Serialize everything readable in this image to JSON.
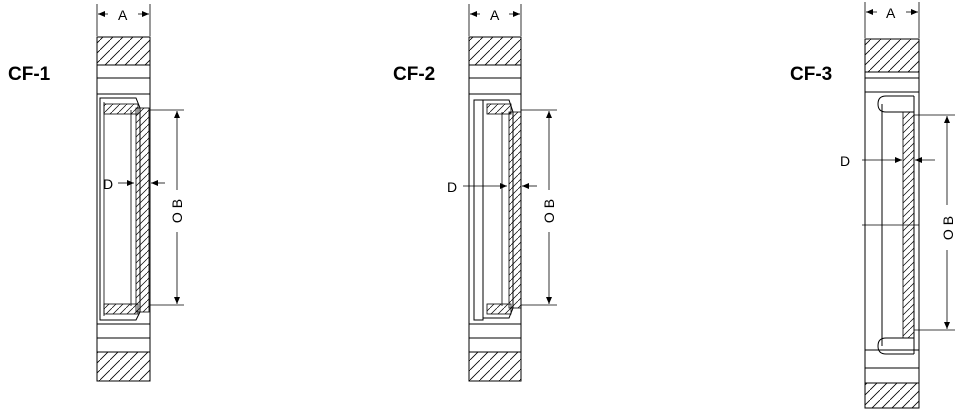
{
  "figures": [
    {
      "title": "CF-1",
      "dim_a": "A",
      "dim_b": "O B",
      "dim_d": "D"
    },
    {
      "title": "CF-2",
      "dim_a": "A",
      "dim_b": "O B",
      "dim_d": "D"
    },
    {
      "title": "CF-3",
      "dim_a": "A",
      "dim_b": "O B",
      "dim_d": "D"
    }
  ]
}
